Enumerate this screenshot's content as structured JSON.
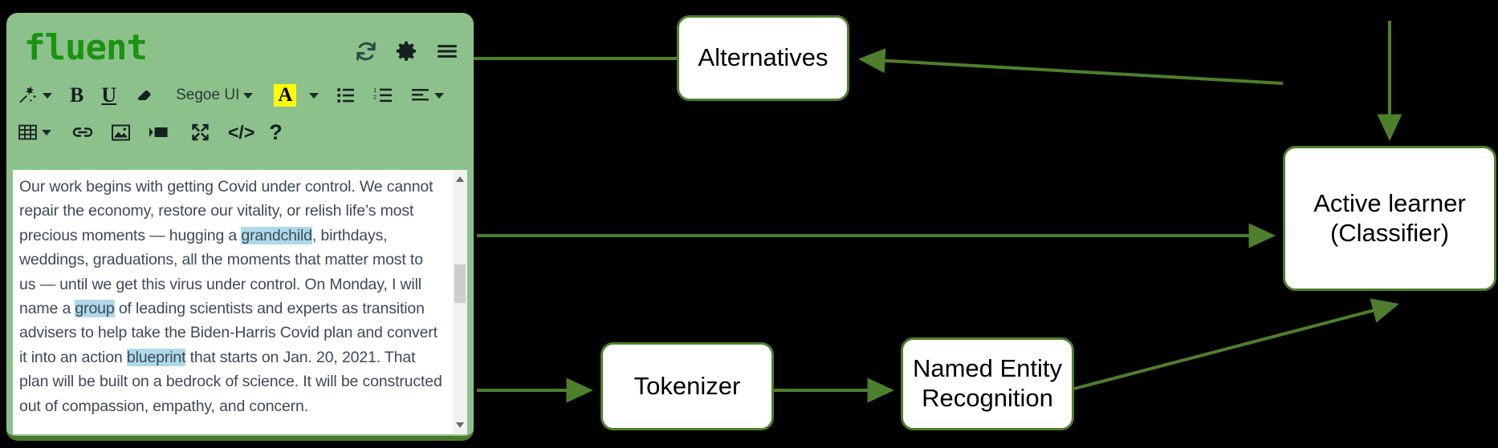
{
  "editor": {
    "logo": "fluent",
    "header_icons": [
      {
        "name": "refresh-icon",
        "label": "Refresh"
      },
      {
        "name": "gear-icon",
        "label": "Settings"
      },
      {
        "name": "hamburger-icon",
        "label": "Menu"
      }
    ],
    "toolbar_row1": [
      {
        "name": "magic-wand-icon",
        "label": "Auto format",
        "dropdown": true
      },
      {
        "name": "bold-icon",
        "label": "B",
        "dropdown": false
      },
      {
        "name": "underline-icon",
        "label": "U",
        "dropdown": false
      },
      {
        "name": "eraser-icon",
        "label": "Clear formatting",
        "dropdown": false
      },
      {
        "name": "font-family-select",
        "label": "Segoe UI",
        "dropdown": true
      },
      {
        "name": "highlight-color-icon",
        "label": "A",
        "dropdown": true
      },
      {
        "name": "bullet-list-icon",
        "label": "Bulleted list",
        "dropdown": false
      },
      {
        "name": "numbered-list-icon",
        "label": "Numbered list",
        "dropdown": false
      },
      {
        "name": "align-icon",
        "label": "Alignment",
        "dropdown": true
      }
    ],
    "toolbar_row2": [
      {
        "name": "table-icon",
        "label": "Insert table",
        "dropdown": true
      },
      {
        "name": "link-icon",
        "label": "Insert link",
        "dropdown": false
      },
      {
        "name": "image-icon",
        "label": "Insert image",
        "dropdown": false
      },
      {
        "name": "video-icon",
        "label": "Insert video",
        "dropdown": false
      },
      {
        "name": "fullscreen-icon",
        "label": "Fullscreen",
        "dropdown": false
      },
      {
        "name": "code-icon",
        "label": "</>",
        "dropdown": false
      },
      {
        "name": "help-icon",
        "label": "?",
        "dropdown": false
      }
    ],
    "font_name": "Segoe UI",
    "highlight_letter": "A",
    "bold_letter": "B",
    "underline_letter": "U",
    "code_label": "</>",
    "help_label": "?",
    "document_text_runs": [
      {
        "t": "Our work begins with getting Covid under control. We cannot repair the economy, restore our vitality, or relish life’s most precious moments — hugging a ",
        "h": false
      },
      {
        "t": "grandchild",
        "h": true
      },
      {
        "t": ", birthdays, weddings, graduations, all the moments that matter most to us — until we get this virus under control. On Monday, I will name a ",
        "h": false
      },
      {
        "t": "group",
        "h": true
      },
      {
        "t": " of leading scientists and experts as transition advisers to help take the Biden-Harris Covid plan and convert it into an action ",
        "h": false
      },
      {
        "t": "blueprint",
        "h": true
      },
      {
        "t": " that starts on Jan. 20, 2021. That plan will be built on a bedrock of science. It will be constructed out of compassion, empathy, and concern.",
        "h": false
      }
    ],
    "highlighted_terms": [
      "grandchild",
      "group",
      "blueprint"
    ],
    "scrollbar": {
      "up": "scroll-up",
      "down": "scroll-down",
      "thumb": "scroll-thumb"
    }
  },
  "diagram": {
    "nodes": [
      {
        "id": "alternatives",
        "label": "Alternatives"
      },
      {
        "id": "active_learner",
        "label_line1": "Active learner",
        "label_line2": "(Classifier)"
      },
      {
        "id": "tokenizer",
        "label": "Tokenizer"
      },
      {
        "id": "ner",
        "label_line1": "Named Entity",
        "label_line2": "Recognition"
      }
    ],
    "edges": [
      {
        "from": "active_learner",
        "to": "alternatives"
      },
      {
        "from": "alternatives",
        "to": "editor"
      },
      {
        "from": "editor",
        "to": "active_learner"
      },
      {
        "from": "editor",
        "to": "tokenizer"
      },
      {
        "from": "tokenizer",
        "to": "ner"
      },
      {
        "from": "ner",
        "to": "active_learner"
      },
      {
        "from": "top",
        "to": "active_learner"
      }
    ],
    "colors": {
      "edge": "#4e7f2c",
      "node_border": "#4e7f2c",
      "node_fill": "#ffffff",
      "panel_green": "#8cc18c",
      "logo_green": "#1a9410",
      "highlight": "#aed9e8",
      "background": "#000000"
    }
  }
}
